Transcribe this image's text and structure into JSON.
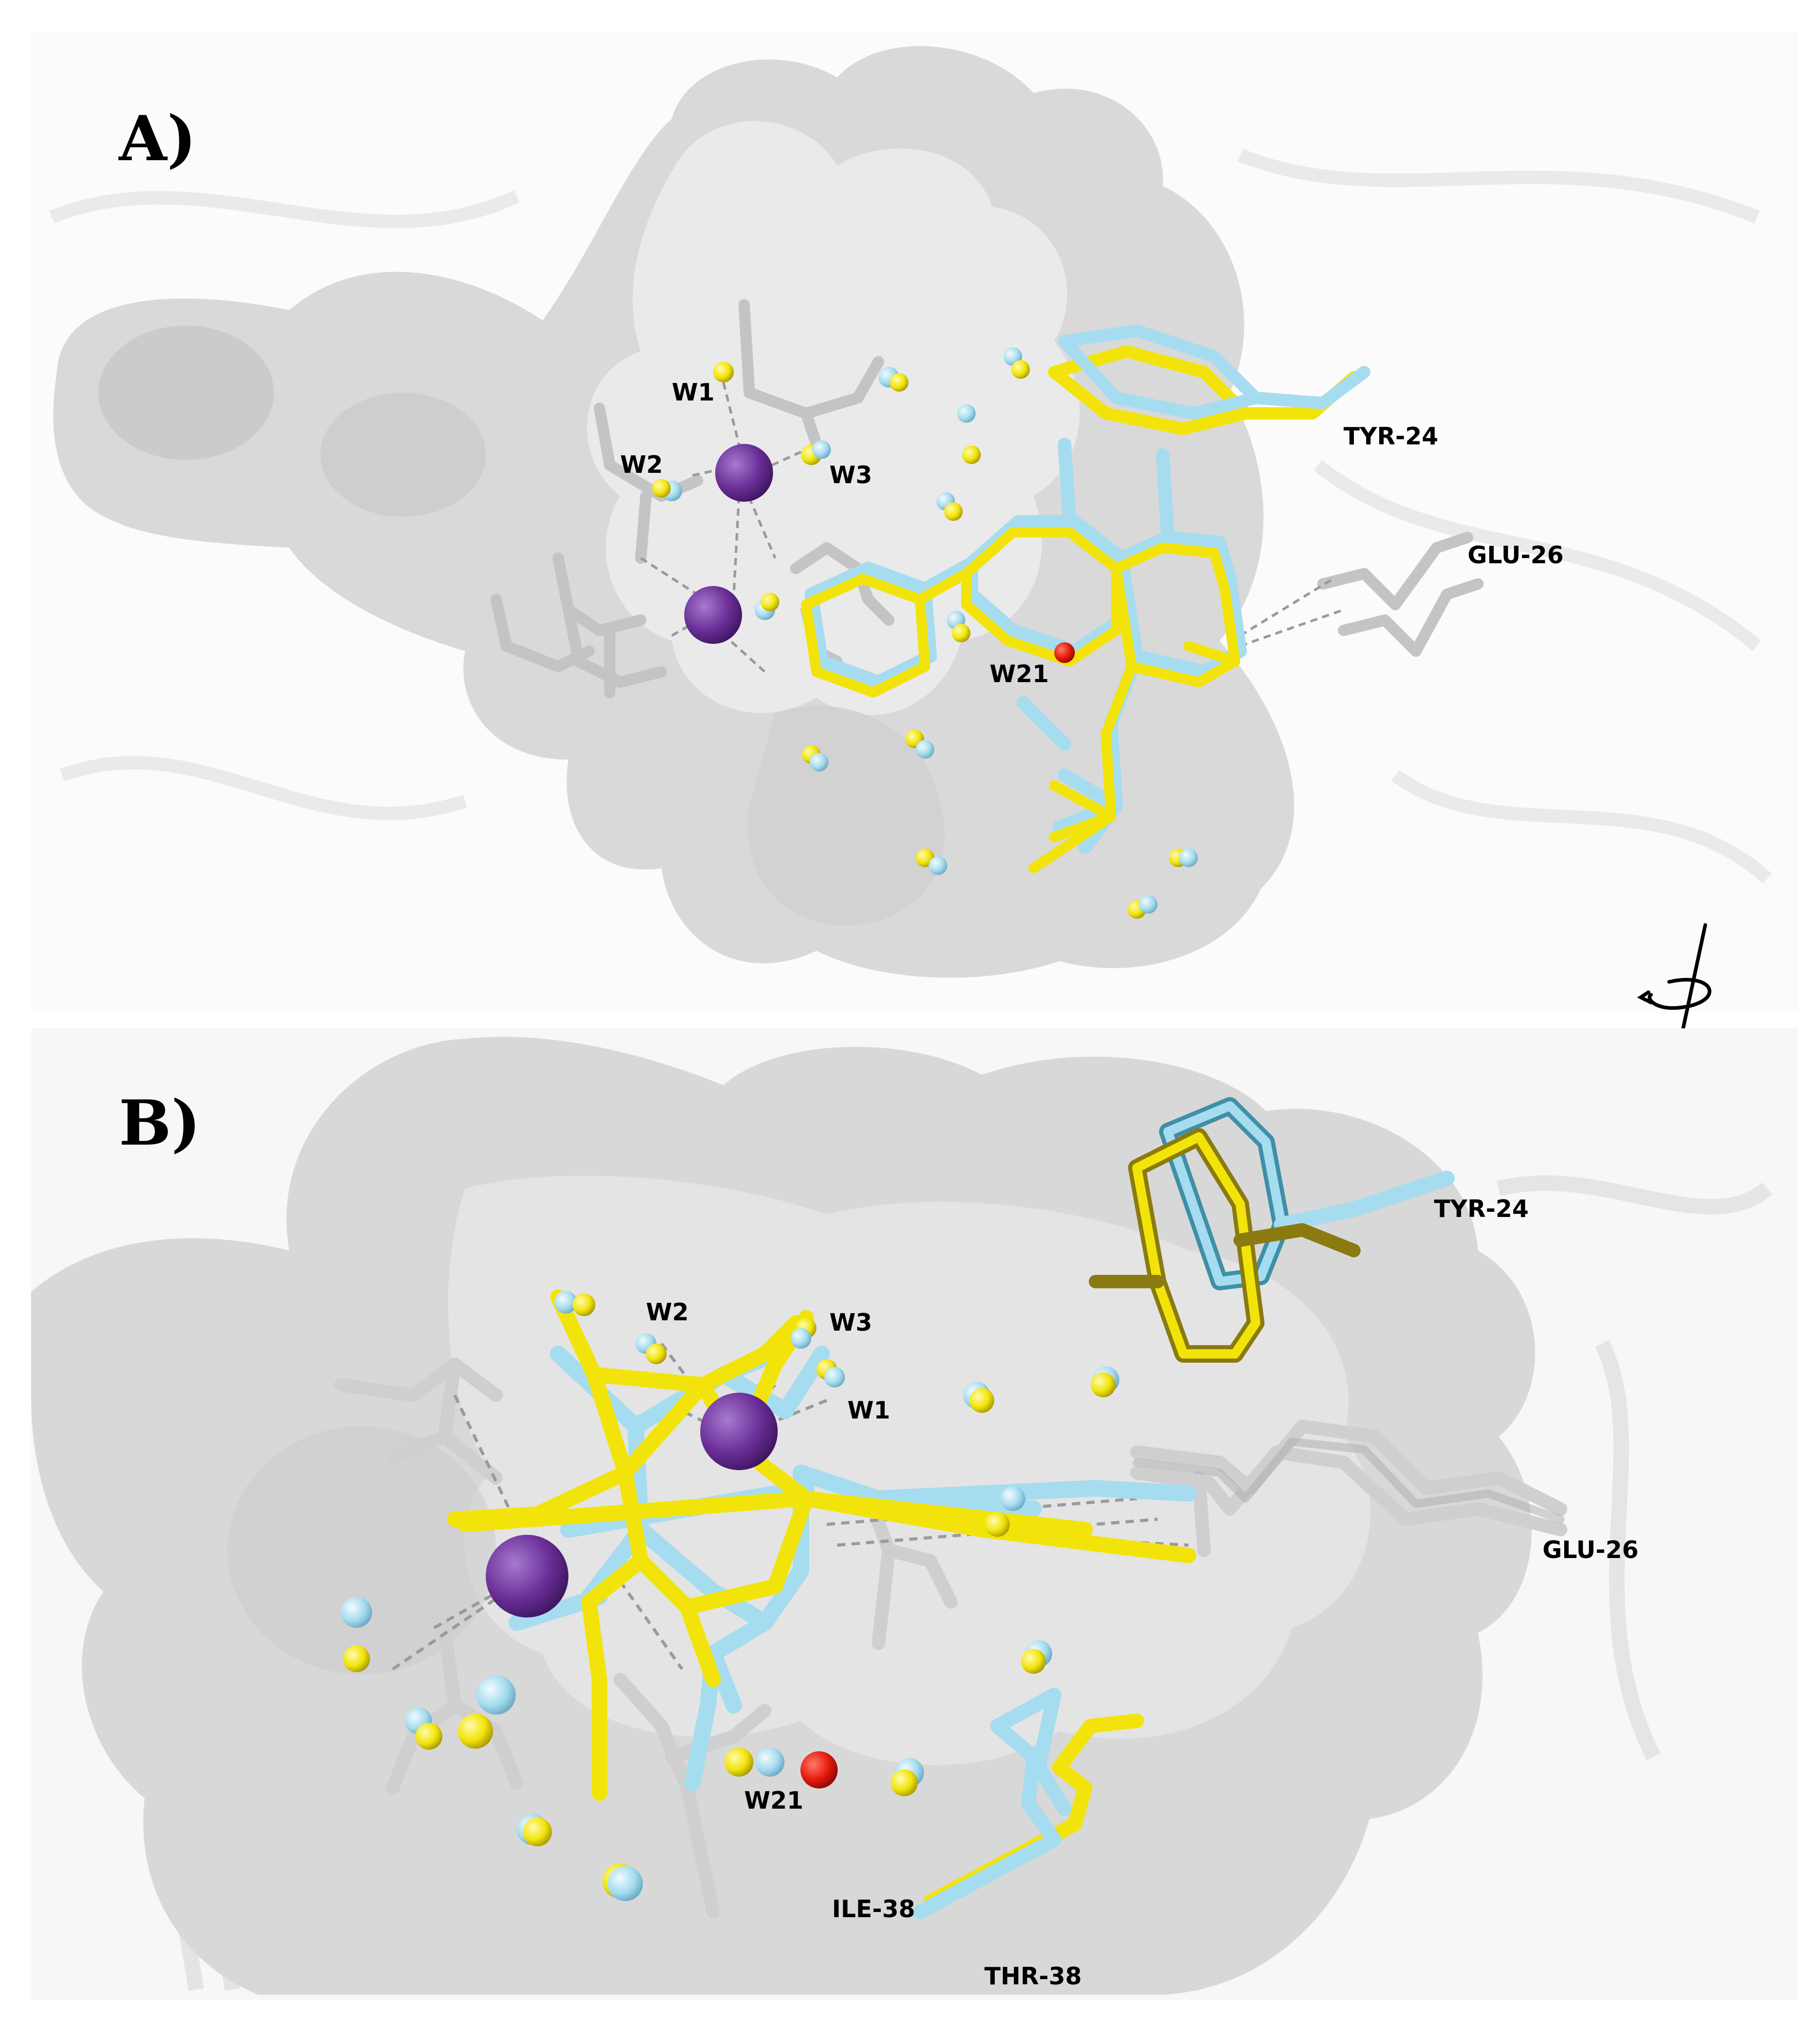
{
  "panels": [
    {
      "letter": "A)",
      "labels": {
        "w1": "W1",
        "w2": "W2",
        "w3": "W3",
        "w21": "W21",
        "tyr24": "TYR-24",
        "glu26": "GLU-26"
      }
    },
    {
      "letter": "B)",
      "labels": {
        "w1": "W1",
        "w2": "W2",
        "w3": "W3",
        "w21": "W21",
        "tyr24": "TYR-24",
        "glu26": "GLU-26",
        "ile38": "ILE-38",
        "thr38": "THR-38"
      }
    }
  ],
  "colors": {
    "surface": "#d6d6d6",
    "surface_light": "#ececec",
    "ligand_yellow": "#f2e40a",
    "ligand_cyan": "#a6dcef",
    "ligand_dark_yellow": "#8a7a10",
    "ligand_dark_cyan": "#3f8fa6",
    "residue_grey": "#bdbdbd",
    "metal_ion": "#7a3fa6",
    "water_w21": "#e51a0c"
  },
  "icons": [
    "rotation-axis-icon"
  ]
}
